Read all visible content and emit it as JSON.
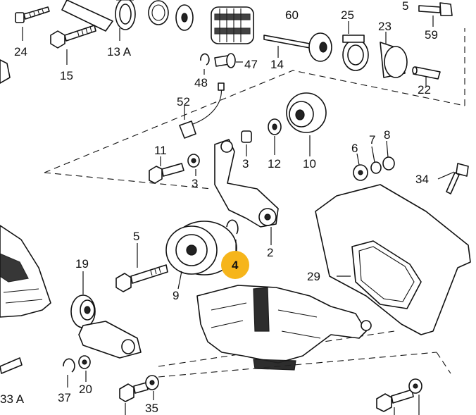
{
  "labels": {
    "p60": "60",
    "p25": "25",
    "p5a": "5",
    "p24": "24",
    "p13a": "13 A",
    "p23": "23",
    "p59": "59",
    "p15": "15",
    "p47": "47",
    "p14": "14",
    "p48": "48",
    "p22": "22",
    "p52": "52",
    "p10": "10",
    "p12": "12",
    "p3a": "3",
    "p11": "11",
    "p3b": "3",
    "p6": "6",
    "p7": "7",
    "p8": "8",
    "p34": "34",
    "p5": "5",
    "p2": "2",
    "p19": "19",
    "p4": "4",
    "p9": "9",
    "p29": "29",
    "p37": "37",
    "p20": "20",
    "p35": "35",
    "p33a": "33 A"
  },
  "highlight": {
    "part": "4",
    "color": "#f6b51b"
  }
}
